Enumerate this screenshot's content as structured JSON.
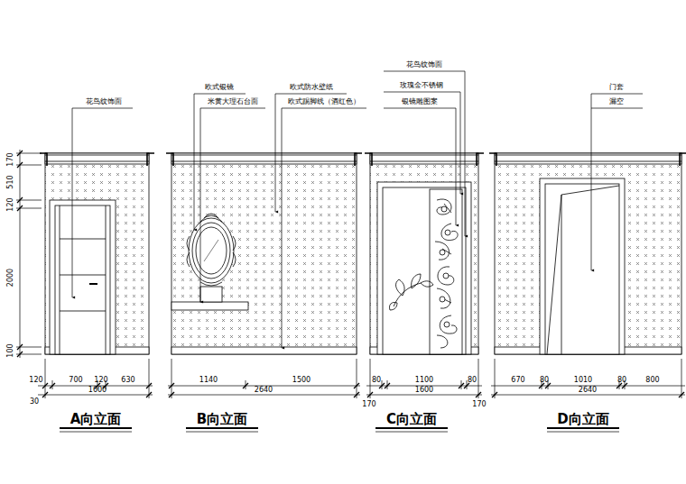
{
  "diagram": {
    "labels": [
      "170",
      "510",
      "120",
      "2000",
      "100",
      "花鸟纹饰面",
      "欧式银镜",
      "米黄大理石台面",
      "欧式防水壁纸",
      "欧式踢脚线（酒红色）",
      "花鸟纹饰面",
      "玫瑰金不锈钢",
      "银镜雕图案",
      "门套",
      "漏空",
      "120",
      "700",
      "120",
      "630",
      "30",
      "1600",
      "1140",
      "1500",
      "2640",
      "80",
      "1100",
      "80",
      "1600",
      "170",
      "170",
      "670",
      "80",
      "1010",
      "80",
      "800",
      "2640",
      "A向立面",
      "B向立面",
      "C向立面",
      "D向立面"
    ]
  }
}
